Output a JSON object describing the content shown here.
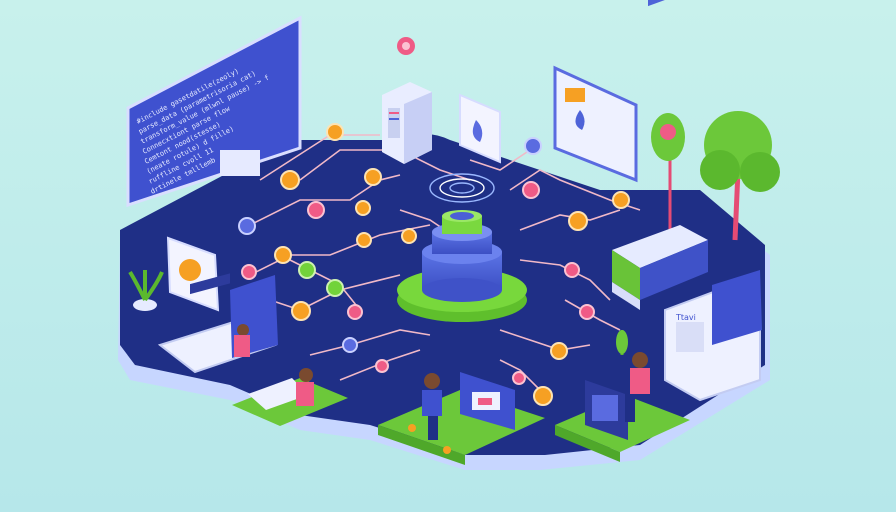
{
  "scene": {
    "background": "#bdeee9",
    "platform_color": "#1f2f86",
    "platform_rim": "#c7d6ff",
    "accent_green": "#72d33a",
    "accent_orange": "#f6a023",
    "accent_pink": "#ef5b86",
    "accent_blue": "#4e63d8",
    "monitor_code_lines": [
      "#include gasetdatile(zeoly)",
      "parse_data (parametrisoria cat)",
      "  transform_value (mlwnl pause) -> f",
      "  Connecxtiont parse flow",
      "  Cemtont   nood(stesse)",
      "  (neate rotule) d fille)",
      "  ruffline cvoll 11",
      "  drtinele tmlllemb"
    ],
    "document_screen_label": "Ttavi"
  }
}
